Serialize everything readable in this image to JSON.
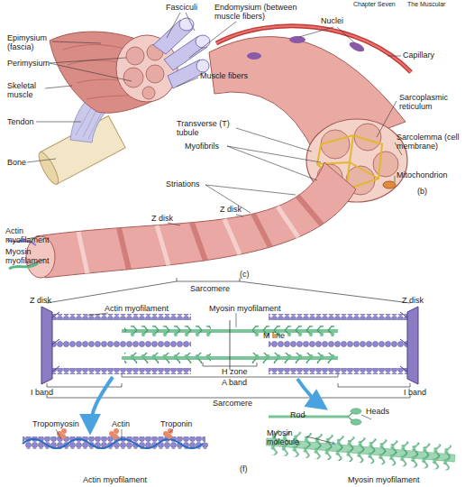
{
  "diagram": {
    "labels": [
      "Chapter Seven",
      "The Muscular",
      "Fasciculi",
      "Endomysium (between muscle fibers)",
      "Nuclei",
      "Epimysium (fascia)",
      "Perimysium",
      "Capillary",
      "Skeletal muscle",
      "Muscle fibers",
      "Sarcoplasmic reticulum",
      "Tendon",
      "Bone",
      "Transverse (T) tubule",
      "Myofibrils",
      "Sarcolemma (cell membrane)",
      "Mitochondrion",
      "(b)",
      "Striations",
      "Z disk",
      "Z disk",
      "Actin myofilament",
      "Myosin myofilament",
      "(c)",
      "Sarcomere",
      "Z disk",
      "Z disk",
      "Actin myofilament",
      "Myosin myofilament",
      "M line",
      "H zone",
      "A band",
      "I band",
      "Sarcomere",
      "I band",
      "Tropomyosin",
      "Actin",
      "Troponin",
      "Actin myofilament",
      "Rod",
      "Heads",
      "Myosin molecule",
      "(f)",
      "Myosin myofilament"
    ]
  }
}
